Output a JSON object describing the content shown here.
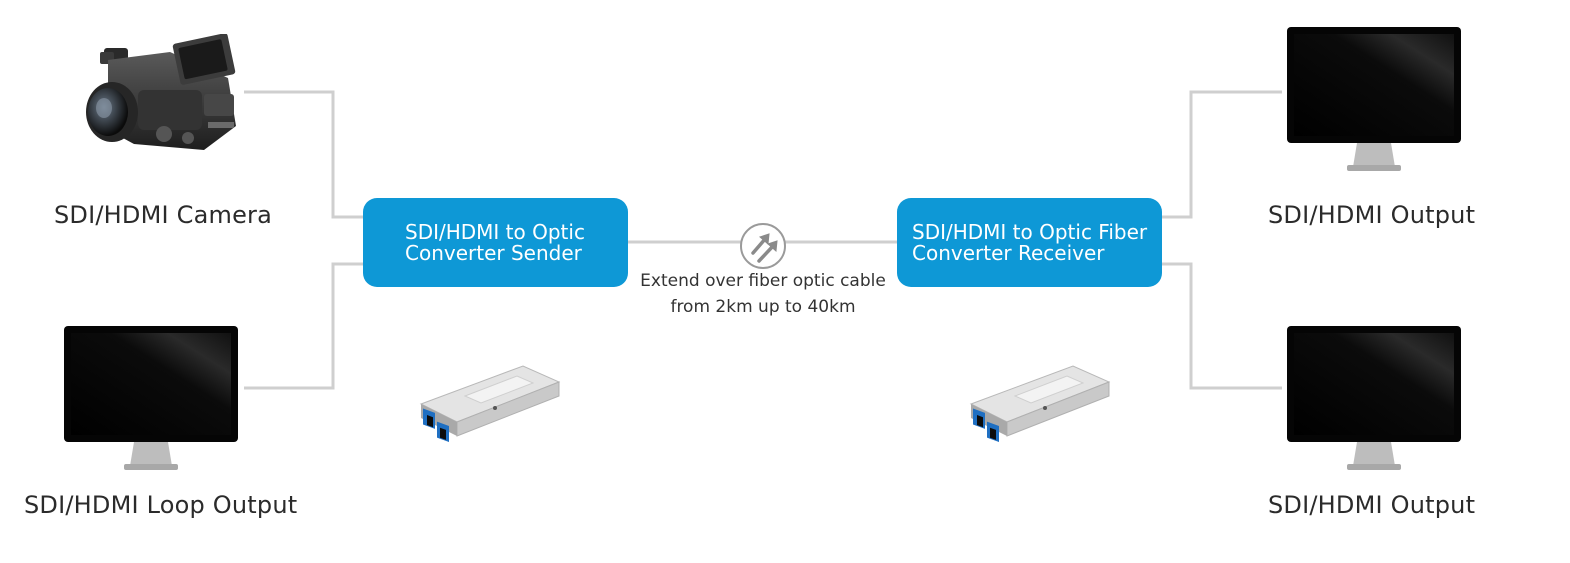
{
  "diagram": {
    "camera": {
      "label": "SDI/HDMI Camera",
      "icon": "video-camera-icon"
    },
    "loop_output": {
      "label": "SDI/HDMI Loop Output",
      "icon": "monitor-icon"
    },
    "sender": {
      "line1": "SDI/HDMI to Optic",
      "line2": "Converter Sender",
      "color": "#0e98d6"
    },
    "receiver": {
      "line1": "SDI/HDMI to Optic Fiber",
      "line2": "Converter Receiver",
      "color": "#0e98d6"
    },
    "link": {
      "icon": "fiber-arrows-icon",
      "caption_line1": "Extend over fiber optic cable",
      "caption_line2": "from 2km up to 40km"
    },
    "sender_module": {
      "icon": "sfp-transceiver-icon"
    },
    "receiver_module": {
      "icon": "sfp-transceiver-icon"
    },
    "output_top": {
      "label": "SDI/HDMI Output",
      "icon": "monitor-icon"
    },
    "output_bottom": {
      "label": "SDI/HDMI Output",
      "icon": "monitor-icon"
    }
  },
  "colors": {
    "connector": "#cccccc",
    "box": "#0e98d6",
    "text": "#2b2b2b"
  }
}
